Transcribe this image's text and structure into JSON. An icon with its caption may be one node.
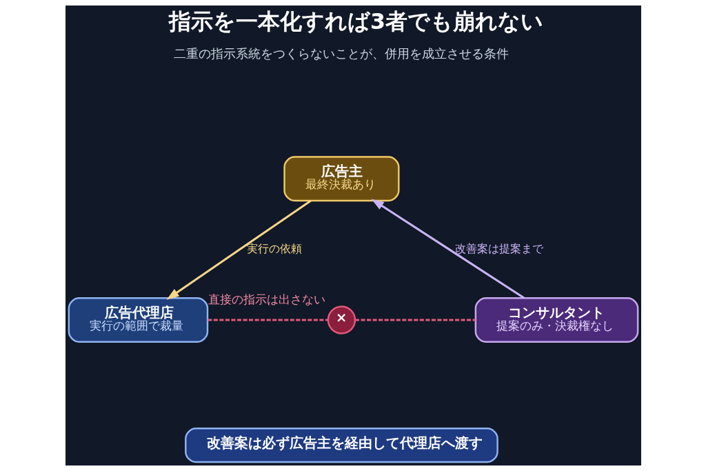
{
  "diagram": {
    "title": "指示を一本化すれば3者でも崩れない",
    "nodes": [
      {
        "text": [
          "広告主",
          "最終決裁あり"
        ]
      },
      {
        "text": [
          "広告代理店",
          "実行の範囲で裁量"
        ]
      },
      {
        "text": [
          "×"
        ],
        "beside": [
          "直接の指示は出さない"
        ]
      },
      {
        "text": [
          "コンサルタント",
          "提案のみ・決裁権なし"
        ]
      },
      {
        "text": [
          "改善案は必ず広告主を経由して代理店へ渡す"
        ]
      }
    ],
    "edges": [
      {
        "from": 0,
        "to": 1,
        "arrow": "to",
        "label": "実行の依頼",
        "color": "#f5d78a"
      },
      {
        "from": 3,
        "to": 0,
        "arrow": "to",
        "label": "改善案は提案まで",
        "color": "#c9b3f5"
      },
      {
        "from": 1,
        "to": 2,
        "arrow": "none",
        "style": "dashed",
        "color": "#e05a7a"
      },
      {
        "from": 2,
        "to": 3,
        "arrow": "none",
        "style": "dashed",
        "color": "#e05a7a"
      }
    ],
    "labels": [
      "二重の指示系統をつくらないことが、併用を成立させる条件"
    ]
  }
}
